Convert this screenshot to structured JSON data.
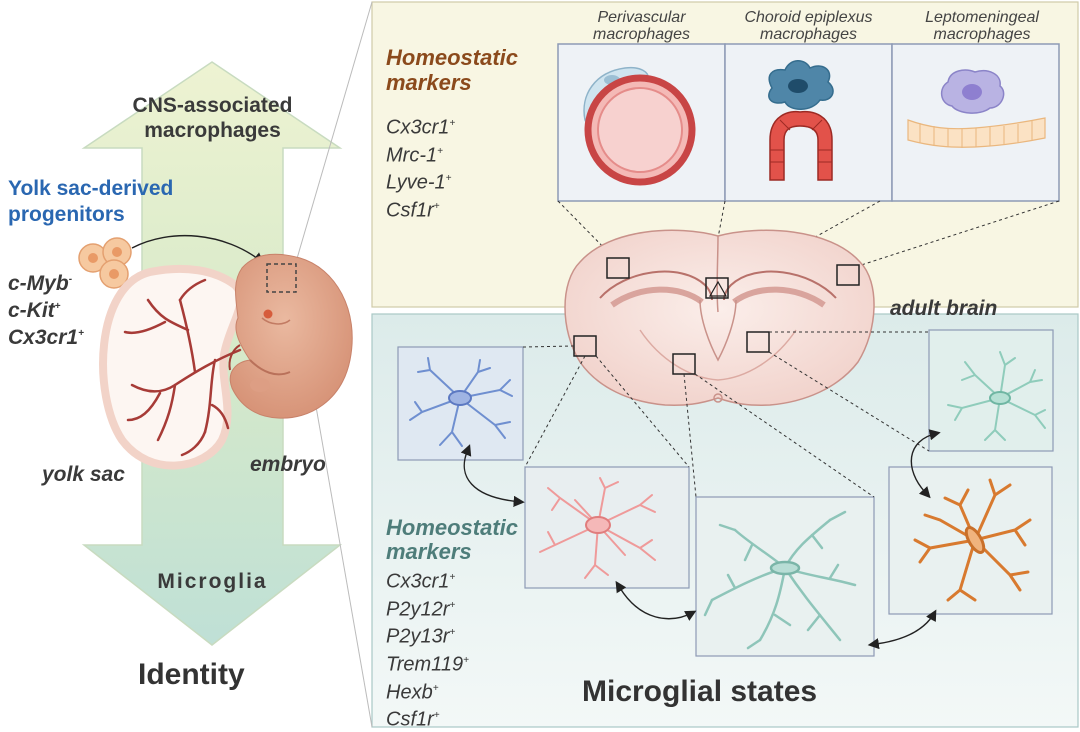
{
  "left": {
    "arrow_top": [
      "CNS-associated",
      "macrophages"
    ],
    "arrow_bottom": "Microglia",
    "axis_label": "Identity",
    "yolk_title": [
      "Yolk sac-derived",
      "progenitors"
    ],
    "yolk_markers": [
      {
        "name": "c-Myb",
        "sup": "-"
      },
      {
        "name": "c-Kit",
        "sup": "+"
      },
      {
        "name": "Cx3cr1",
        "sup": "+"
      }
    ],
    "yolk_sac_label": "yolk sac",
    "embryo_label": "embryo"
  },
  "top_panel": {
    "title": [
      "Homeostatic",
      "markers"
    ],
    "markers": [
      {
        "name": "Cx3cr1",
        "sup": "+"
      },
      {
        "name": "Mrc-1",
        "sup": "+"
      },
      {
        "name": "Lyve-1",
        "sup": "+"
      },
      {
        "name": "Csf1r",
        "sup": "+"
      }
    ],
    "macrophages": [
      {
        "line1": "Perivascular",
        "line2": "macrophages"
      },
      {
        "line1": "Choroid epiplexus",
        "line2": "macrophages"
      },
      {
        "line1": "Leptomeningeal",
        "line2": "macrophages"
      }
    ]
  },
  "bottom_panel": {
    "brain_label": "adult brain",
    "title": [
      "Homeostatic",
      "markers"
    ],
    "markers": [
      {
        "name": "Cx3cr1",
        "sup": "+"
      },
      {
        "name": "P2y12r",
        "sup": "+"
      },
      {
        "name": "P2y13r",
        "sup": "+"
      },
      {
        "name": "Trem119",
        "sup": "+"
      },
      {
        "name": "Hexb",
        "sup": "+"
      },
      {
        "name": "Csf1r",
        "sup": "+"
      }
    ],
    "states_label": "Microglial states"
  },
  "colors": {
    "top_title": "#8b4a1c",
    "yolk_title": "#2a67b1",
    "bottom_title": "#4e7d7a",
    "text": "#3a3a3a",
    "top_panel_bg": "#f8f6e3",
    "bottom_panel_bg": "#e4f0ef"
  }
}
